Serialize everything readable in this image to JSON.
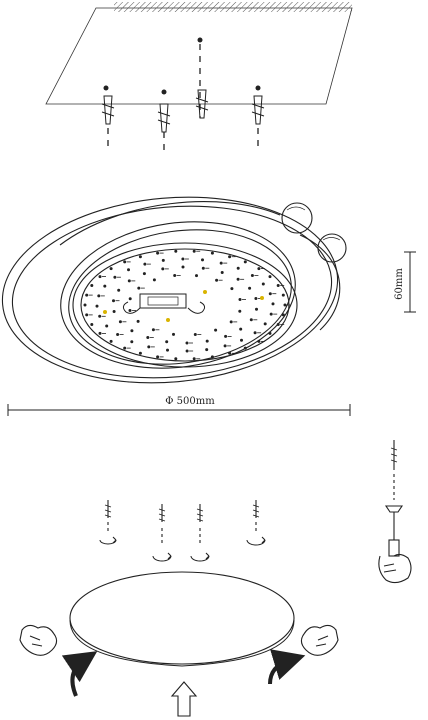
{
  "dimensions": {
    "height_label": "60mm",
    "diameter_label": "Φ 500mm"
  },
  "steps": [
    "ceiling-mounting-plate-with-anchors",
    "ring-lamp-assembled-top-view",
    "cover-screwing-and-twist-lock"
  ],
  "colors": {
    "line": "#222222",
    "accent": "#d9b400"
  }
}
